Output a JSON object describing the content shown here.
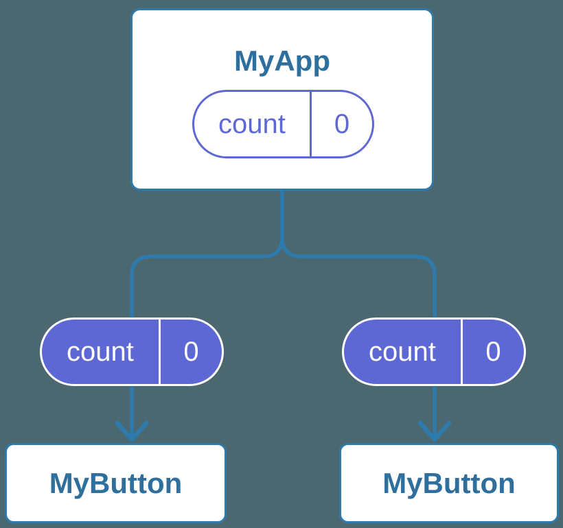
{
  "colors": {
    "background": "#4B6871",
    "line": "#2E7AAD",
    "title-text": "#2F6F9D",
    "purple": "#5E68D4",
    "card-bg": "#FFFFFF",
    "pill-text-light": "#FFFFFF"
  },
  "tree": {
    "root": {
      "title": "MyApp",
      "state": {
        "label": "count",
        "value": "0"
      }
    },
    "children": [
      {
        "title": "MyButton",
        "prop": {
          "label": "count",
          "value": "0"
        }
      },
      {
        "title": "MyButton",
        "prop": {
          "label": "count",
          "value": "0"
        }
      }
    ]
  }
}
